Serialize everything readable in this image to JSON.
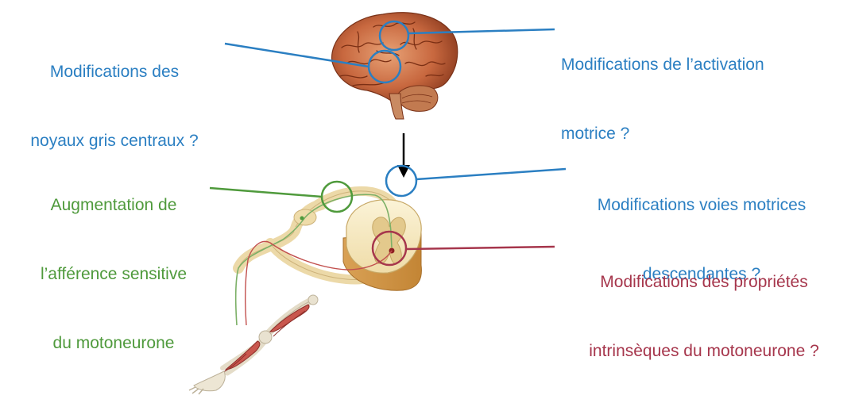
{
  "colors": {
    "blue": "#2b7fc2",
    "green": "#4f9a3c",
    "red": "#a6364c",
    "arrow": "#000000"
  },
  "annotations": {
    "basal_ganglia": {
      "line1": "Modifications des",
      "line2": "noyaux gris centraux ?"
    },
    "motor_activation": {
      "line1": "Modifications de l’activation",
      "line2": "motrice ?"
    },
    "sensory_afference": {
      "line1": "Augmentation de",
      "line2": "l’afférence sensitive",
      "line3": "du motoneurone"
    },
    "descending_pathways": {
      "line1": "Modifications voies motrices",
      "line2": "descendantes ?"
    },
    "motoneuron_properties": {
      "line1": "Modifications des propriétés",
      "line2": "intrinsèques du motoneurone ?"
    }
  },
  "illustrations": {
    "brain": "brain-illustration",
    "spinal_cord": "spinal-cord-section-illustration",
    "leg": "leg-muscles-illustration"
  }
}
